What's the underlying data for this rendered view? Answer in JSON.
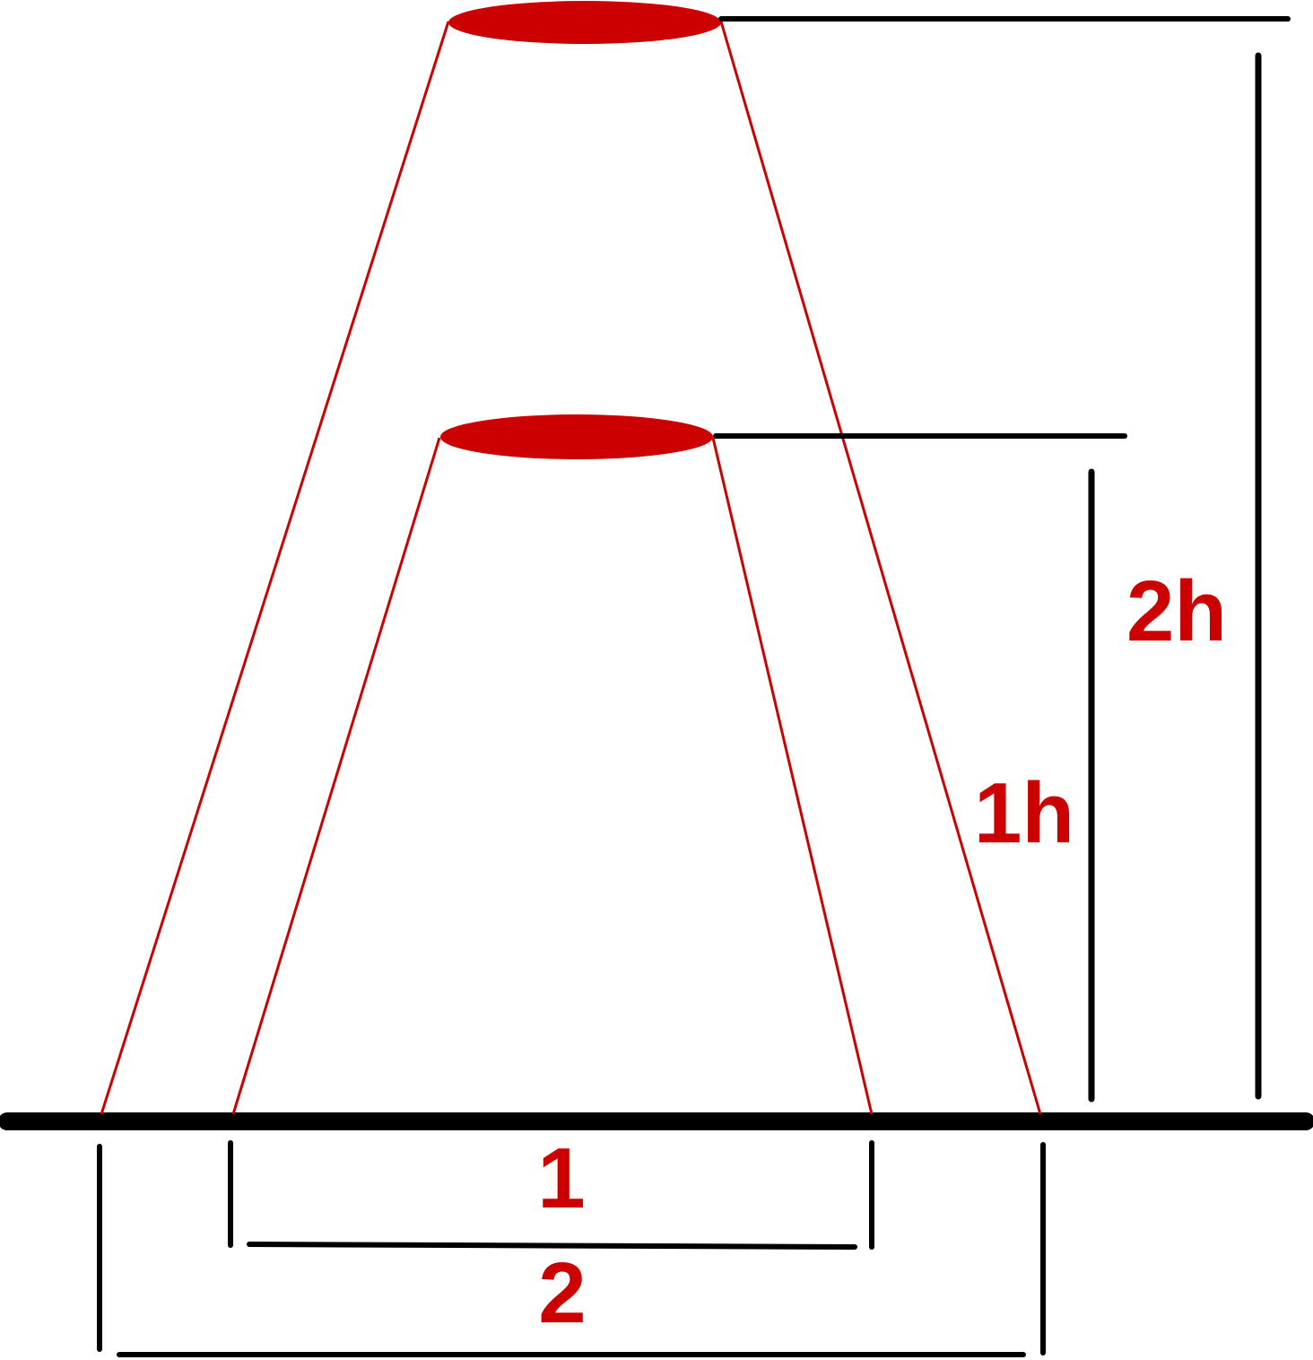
{
  "labels": {
    "tall_height": "2h",
    "short_height": "1h",
    "short_base": "1",
    "tall_base": "2"
  },
  "colors": {
    "accent": "#cc0000",
    "line": "#000000",
    "background": "#ffffff"
  }
}
